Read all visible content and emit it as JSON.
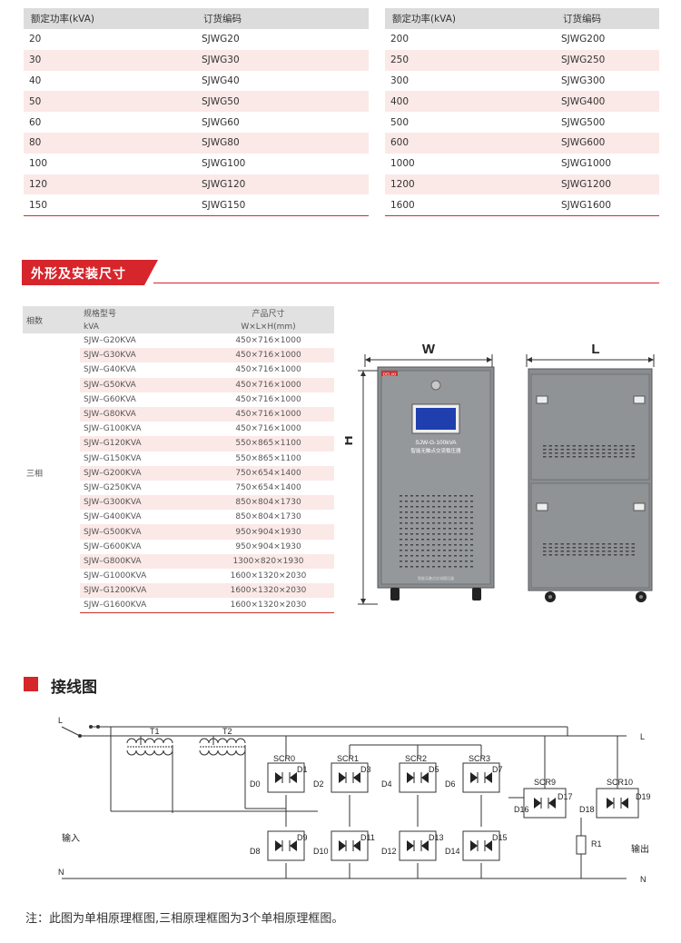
{
  "order_tables": {
    "left": {
      "headers": [
        "额定功率(kVA)",
        "订货编码"
      ],
      "rows": [
        [
          "20",
          "SJWG20"
        ],
        [
          "30",
          "SJWG30"
        ],
        [
          "40",
          "SJWG40"
        ],
        [
          "50",
          "SJWG50"
        ],
        [
          "60",
          "SJWG60"
        ],
        [
          "80",
          "SJWG80"
        ],
        [
          "100",
          "SJWG100"
        ],
        [
          "120",
          "SJWG120"
        ],
        [
          "150",
          "SJWG150"
        ]
      ]
    },
    "right": {
      "headers": [
        "额定功率(kVA)",
        "订货编码"
      ],
      "rows": [
        [
          "200",
          "SJWG200"
        ],
        [
          "250",
          "SJWG250"
        ],
        [
          "300",
          "SJWG300"
        ],
        [
          "400",
          "SJWG400"
        ],
        [
          "500",
          "SJWG500"
        ],
        [
          "600",
          "SJWG600"
        ],
        [
          "1000",
          "SJWG1000"
        ],
        [
          "1200",
          "SJWG1200"
        ],
        [
          "1600",
          "SJWG1600"
        ]
      ]
    }
  },
  "section_dimensions": {
    "title": "外形及安装尺寸"
  },
  "dimension_table": {
    "phase_header": "相数",
    "model_header": "规格型号",
    "model_unit": "kVA",
    "size_header": "产品尺寸",
    "size_unit": "W×L×H(mm)",
    "phase_value": "三相",
    "rows": [
      [
        "SJW–G20KVA",
        "450×716×1000"
      ],
      [
        "SJW–G30KVA",
        "450×716×1000"
      ],
      [
        "SJW–G40KVA",
        "450×716×1000"
      ],
      [
        "SJW–G50KVA",
        "450×716×1000"
      ],
      [
        "SJW–G60KVA",
        "450×716×1000"
      ],
      [
        "SJW–G80KVA",
        "450×716×1000"
      ],
      [
        "SJW–G100KVA",
        "450×716×1000"
      ],
      [
        "SJW–G120KVA",
        "550×865×1100"
      ],
      [
        "SJW–G150KVA",
        "550×865×1100"
      ],
      [
        "SJW–G200KVA",
        "750×654×1400"
      ],
      [
        "SJW–G250KVA",
        "750×654×1400"
      ],
      [
        "SJW–G300KVA",
        "850×804×1730"
      ],
      [
        "SJW–G400KVA",
        "850×804×1730"
      ],
      [
        "SJW–G500KVA",
        "950×904×1930"
      ],
      [
        "SJW–G600KVA",
        "950×904×1930"
      ],
      [
        "SJW–G800KVA",
        "1300×820×1930"
      ],
      [
        "SJW–G1000KVA",
        "1600×1320×2030"
      ],
      [
        "SJW–G1200KVA",
        "1600×1320×2030"
      ],
      [
        "SJW–G1600KVA",
        "1600×1320×2030"
      ]
    ]
  },
  "drawing": {
    "dim_w": "W",
    "dim_l": "L",
    "dim_h": "H",
    "brand": "DELIXI",
    "model_plate": "SJW-G-100kVA",
    "name_plate": "智能无触点交流稳压器",
    "footer_plate": "智能无触点交流稳压器"
  },
  "section_wiring": {
    "title": "接线图"
  },
  "circuit": {
    "L_in": "L",
    "N_in": "N",
    "L_out": "L",
    "N_out": "N",
    "input": "输入",
    "output": "输出",
    "t1": "T1",
    "t2": "T2",
    "scr": [
      "SCR0",
      "SCR1",
      "SCR2",
      "SCR3",
      "SCR9",
      "SCR10"
    ],
    "diodes_top": [
      "D1",
      "D3",
      "D5",
      "D7"
    ],
    "diodes_top_left": [
      "D0",
      "D2",
      "D4",
      "D6"
    ],
    "diodes_bottom": [
      "D9",
      "D11",
      "D13",
      "D15"
    ],
    "diodes_bottom_left": [
      "D8",
      "D10",
      "D12",
      "D14"
    ],
    "d_right": [
      "D16",
      "D17",
      "D18",
      "D19"
    ],
    "r1": "R1"
  },
  "note": "注：此图为单相原理框图,三相原理框图为3个单相原理框图。",
  "colors": {
    "accent": "#d6252b",
    "stripe": "#fbe9e7",
    "header": "#dcdcdc"
  }
}
